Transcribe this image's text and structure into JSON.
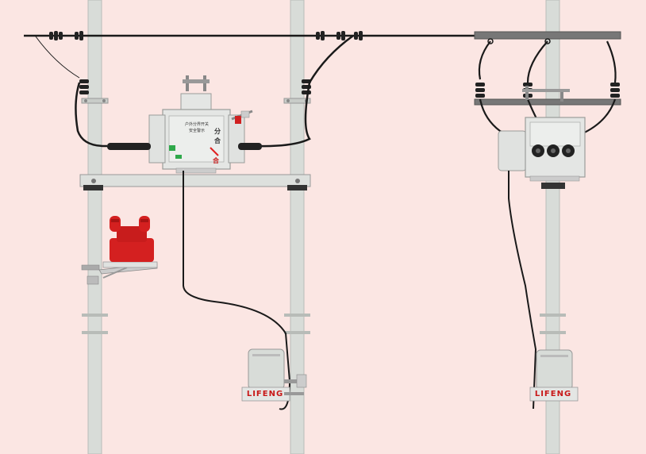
{
  "colors": {
    "background": "#fbe6e3",
    "pole": "#d8dcd8",
    "pole_edge": "#b8bcb8",
    "cable": "#1a1a1a",
    "equipment": "#e4e6e4",
    "equipment_edge": "#9a9c9a",
    "insulator_red": "#d42020",
    "green_indicator": "#2ea84a",
    "red_indicator": "#e02020",
    "brand_red": "#c81818"
  },
  "breaker_panel": {
    "line1": "户外分界开关",
    "line2": "安全警示",
    "line3": "分",
    "line4": "合",
    "mark_close": "合"
  },
  "controller_left": {
    "brand": "LIFENG"
  },
  "controller_right": {
    "brand": "LIFENG"
  }
}
